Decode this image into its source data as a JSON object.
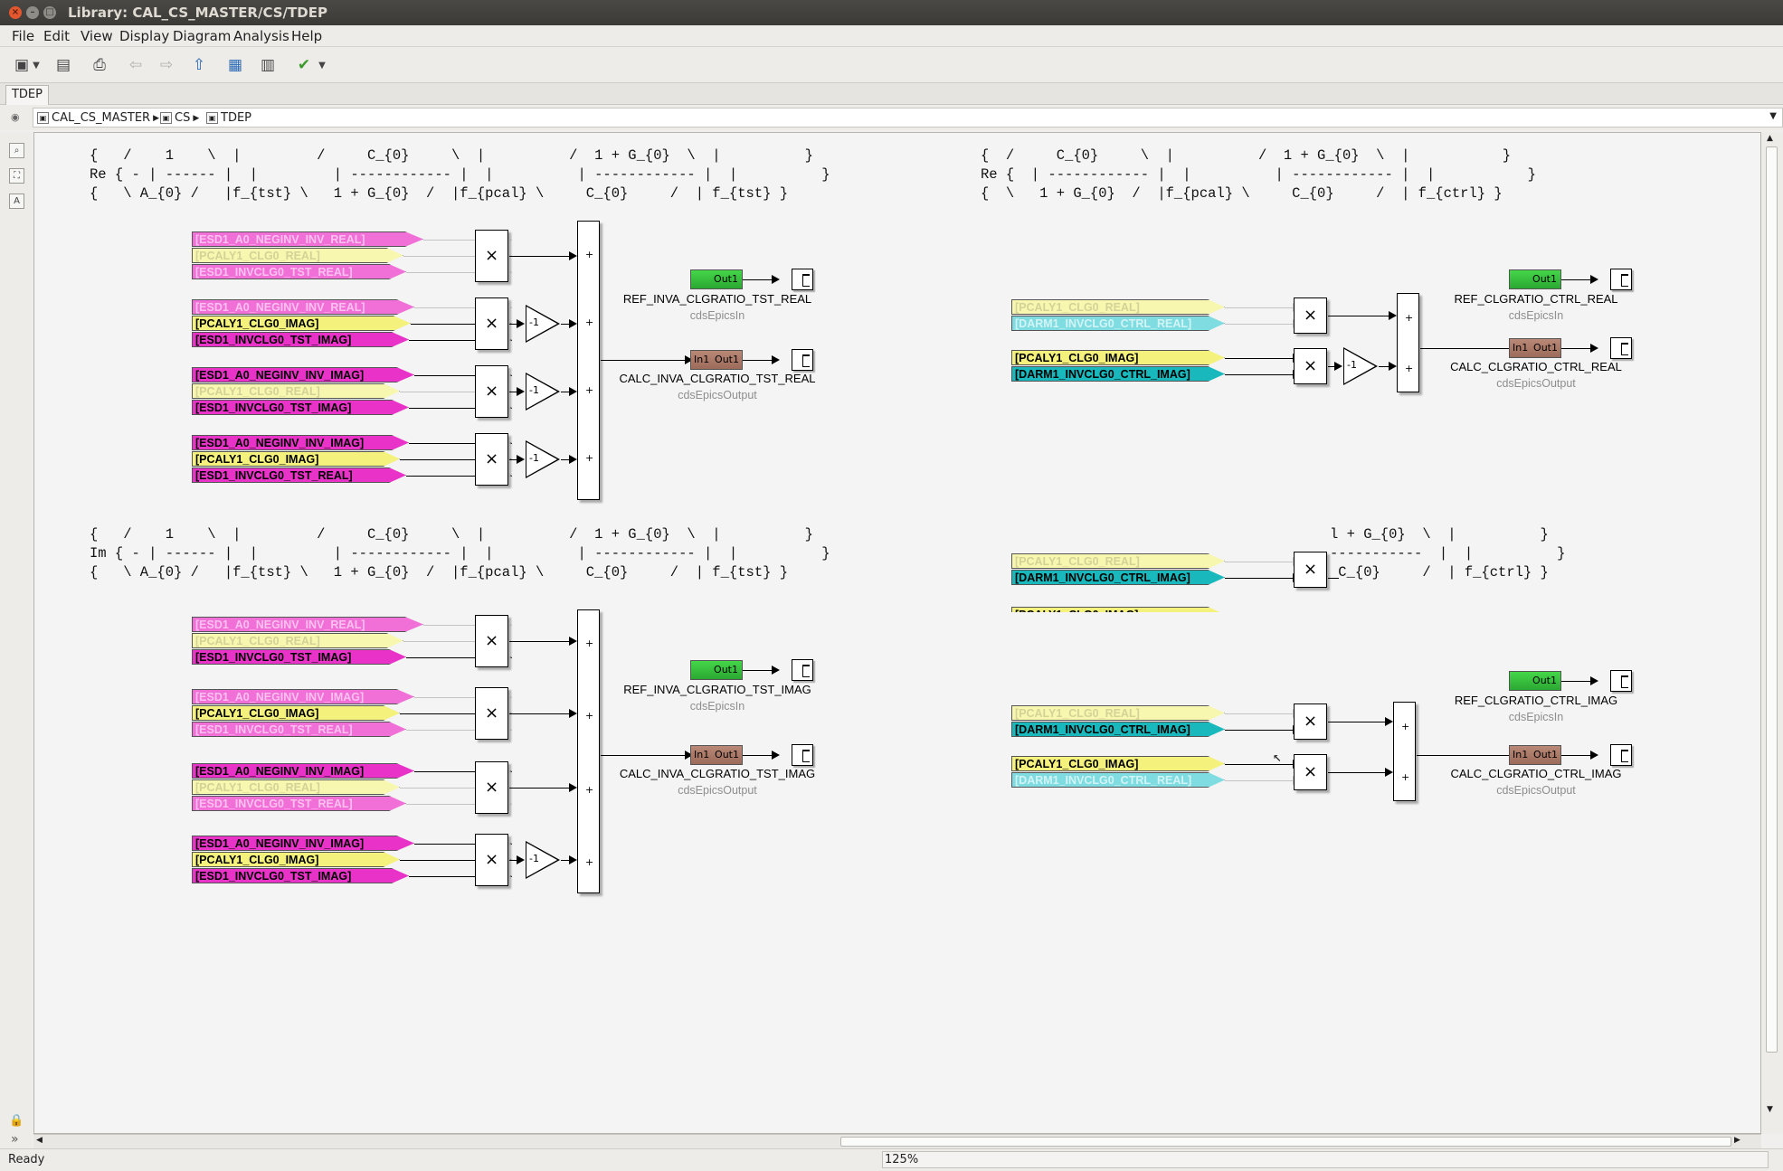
{
  "window": {
    "title": "Library: CAL_CS_MASTER/CS/TDEP"
  },
  "menu": [
    "File",
    "Edit",
    "View",
    "Display",
    "Diagram",
    "Analysis",
    "Help"
  ],
  "tab": "TDEP",
  "breadcrumb": [
    "CAL_CS_MASTER",
    "CS",
    "TDEP"
  ],
  "equations": {
    "tl": "{   /    1    \\  |         /     C_{0}     \\  |          /  1 + G_{0}  \\  |          }\nRe { - | ------ |  |         | ------------ |  |          | ------------ |  |          }\n{   \\ A_{0} /   |f_{tst} \\   1 + G_{0}  /  |f_{pcal} \\     C_{0}     /  | f_{tst} }",
    "tr": "{  /     C_{0}     \\  |          /  1 + G_{0}  \\  |           }\nRe {  | ------------ |  |          | ------------ |  |           }\n{  \\   1 + G_{0}  /  |f_{pcal} \\     C_{0}     /  | f_{ctrl} }",
    "bl": "{   /    1    \\  |         /     C_{0}     \\  |          /  1 + G_{0}  \\  |          }\nIm { - | ------ |  |         | ------------ |  |          | ------------ |  |          }\n{   \\ A_{0} /   |f_{tst} \\   1 + G_{0}  /  |f_{pcal} \\     C_{0}     /  | f_{tst} }",
    "br": "l + G_{0}  \\  |          }\n-----------  |  |          }\n C_{0}     /  | f_{ctrl} }"
  },
  "tags": {
    "esd_neg_real": "[ESD1_A0_NEGINV_INV_REAL]",
    "esd_neg_imag": "[ESD1_A0_NEGINV_INV_IMAG]",
    "pcal_real": "[PCALY1_CLG0_REAL]",
    "pcal_imag": "[PCALY1_CLG0_IMAG]",
    "esd_inv_real": "[ESD1_INVCLG0_TST_REAL]",
    "esd_inv_imag": "[ESD1_INVCLG0_TST_IMAG]",
    "darm_real": "[DARM1_INVCLG0_CTRL_REAL]",
    "darm_imag": "[DARM1_INVCLG0_CTRL_IMAG]"
  },
  "blocks": {
    "out1": "Out1",
    "in1": "In1",
    "neg": "-1",
    "times": "×",
    "plus": "+",
    "ref_inva_real": "REF_INVA_CLGRATIO_TST_REAL",
    "calc_inva_real": "CALC_INVA_CLGRATIO_TST_REAL",
    "ref_clg_real": "REF_CLGRATIO_CTRL_REAL",
    "calc_clg_real": "CALC_CLGRATIO_CTRL_REAL",
    "ref_inva_imag": "REF_INVA_CLGRATIO_TST_IMAG",
    "calc_inva_imag": "CALC_INVA_CLGRATIO_TST_IMAG",
    "ref_clg_imag": "REF_CLGRATIO_CTRL_IMAG",
    "calc_clg_imag": "CALC_CLGRATIO_CTRL_IMAG",
    "epics_in": "cdsEpicsIn",
    "epics_out": "cdsEpicsOutput"
  },
  "status": {
    "text": "Ready",
    "zoom": "125%"
  }
}
